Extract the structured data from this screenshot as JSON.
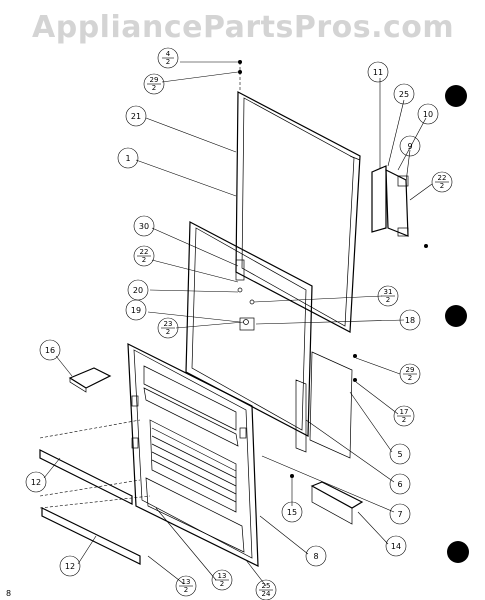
{
  "watermark": "AppliancePartsPros.com",
  "page_mark": "8",
  "callouts": {
    "c1": "1",
    "c5": "5",
    "c6": "6",
    "c7": "7",
    "c8": "8",
    "c9": "9",
    "c10": "10",
    "c11": "11",
    "c12a": "12",
    "c12b": "12",
    "c14": "14",
    "c15": "15",
    "c16": "16",
    "c18": "18",
    "c19": "19",
    "c20": "20",
    "c21": "21",
    "c25": "25",
    "c30": "30"
  },
  "fractions": {
    "f4_2": {
      "num": "4",
      "den": "2"
    },
    "f29_2a": {
      "num": "29",
      "den": "2"
    },
    "f22_2a": {
      "num": "22",
      "den": "2"
    },
    "f22_2b": {
      "num": "22",
      "den": "2"
    },
    "f23_2": {
      "num": "23",
      "den": "2"
    },
    "f31_2": {
      "num": "31",
      "den": "2"
    },
    "f29_2b": {
      "num": "29",
      "den": "2"
    },
    "f17_2": {
      "num": "17",
      "den": "2"
    },
    "f13_2a": {
      "num": "13",
      "den": "2"
    },
    "f13_2b": {
      "num": "13",
      "den": "2"
    },
    "f25_24": {
      "num": "25",
      "den": "24"
    }
  },
  "colors": {
    "ink": "#000000",
    "watermark": "#d4d4d4",
    "background": "#ffffff"
  }
}
